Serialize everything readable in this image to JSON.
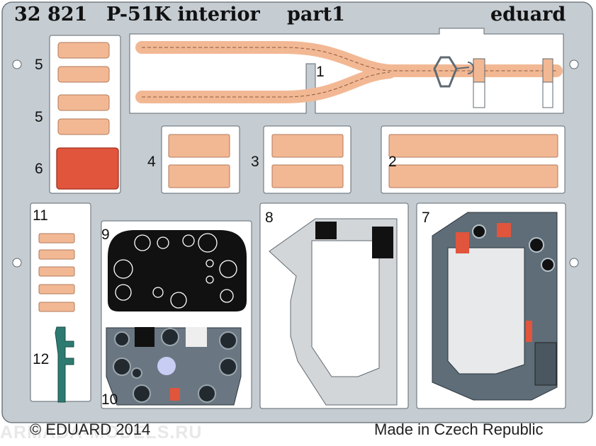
{
  "sheet": {
    "part_code": "32 821",
    "title": "P-51K interior",
    "part_label": "part1",
    "brand": "eduard",
    "copyright": "© EDUARD 2014",
    "origin": "Made in Czech Republic",
    "watermark": "ARMADA-MODELS.RU"
  },
  "part_numbers": [
    "1",
    "2",
    "3",
    "4",
    "5",
    "5",
    "6",
    "7",
    "8",
    "9",
    "10",
    "11",
    "12"
  ],
  "colors": {
    "fret": "#c5ccd2",
    "fret_line": "#5f6a72",
    "belt": "#f2b894",
    "red_pad": "#e0553c",
    "panel_black": "#111111",
    "cockpit_grey": "#5e6d78",
    "sidewall_grey": "#d3d6d8"
  }
}
